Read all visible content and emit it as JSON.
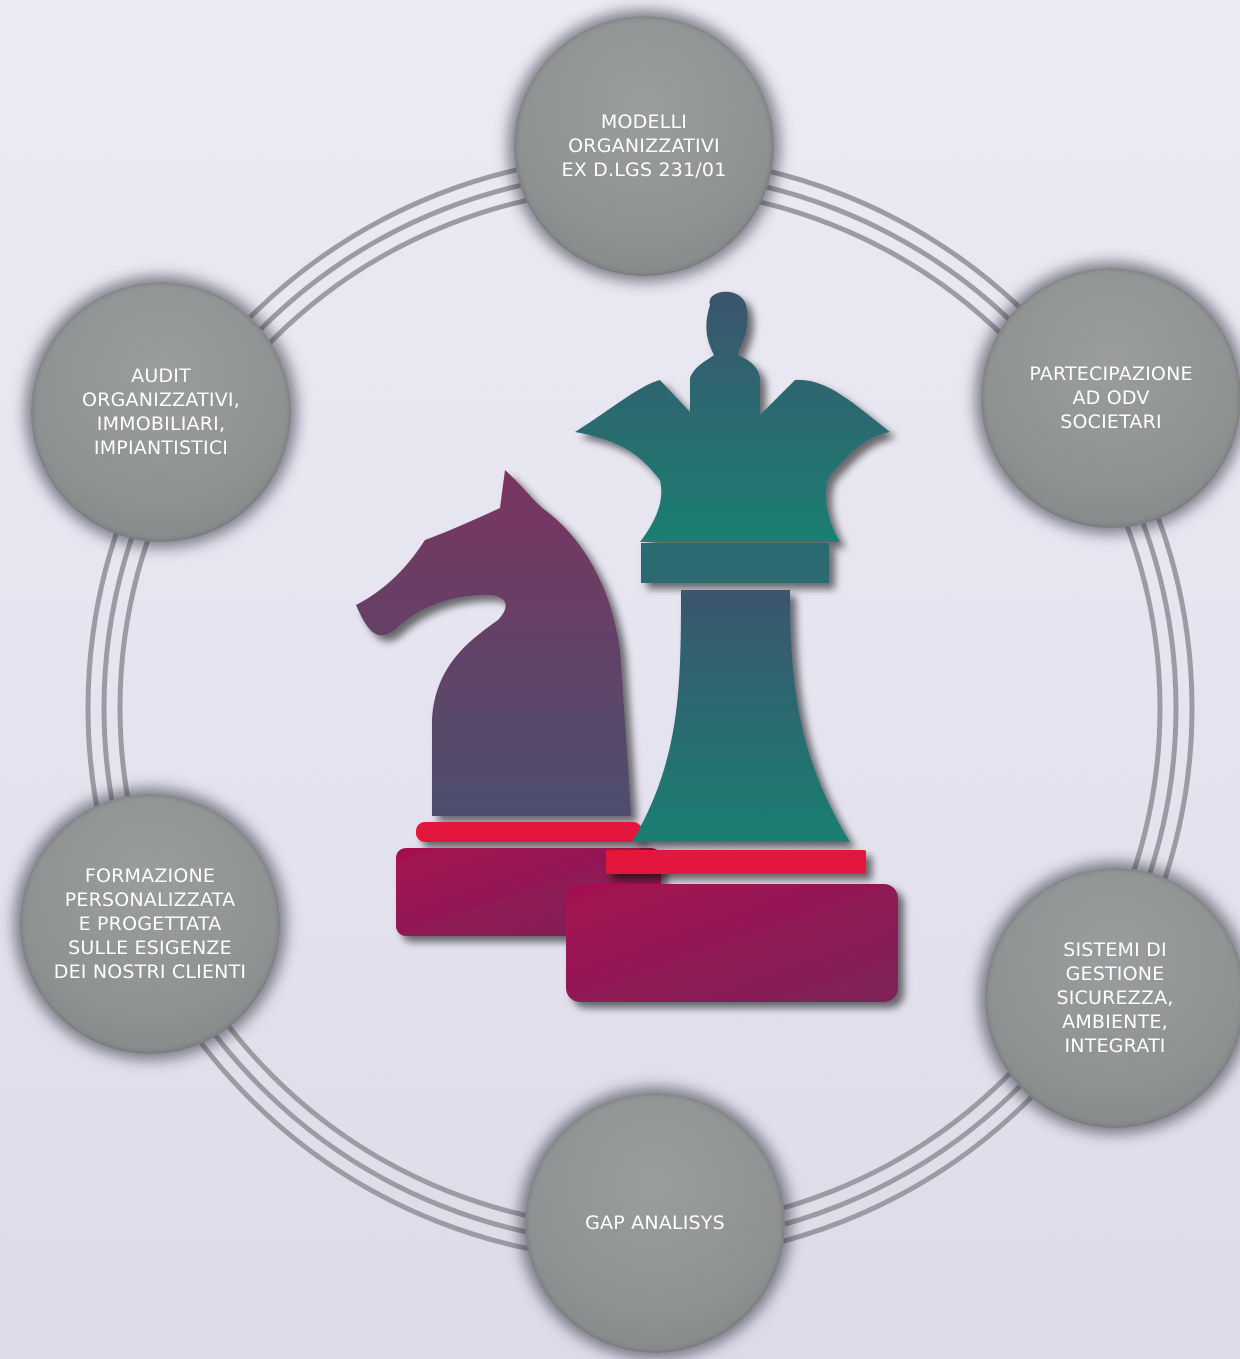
{
  "nodes": [
    {
      "id": "modelli",
      "label": "MODELLI\nORGANIZZATIVI\nEX D.LGS 231/01"
    },
    {
      "id": "partecipazione",
      "label": "PARTECIPAZIONE\nAD ODV\nSOCIETARI"
    },
    {
      "id": "sistemi",
      "label": "SISTEMI DI\nGESTIONE\nSICUREZZA,\nAMBIENTE,\nINTEGRATI"
    },
    {
      "id": "gap",
      "label": "GAP ANALISYS"
    },
    {
      "id": "formazione",
      "label": "FORMAZIONE\nPERSONALIZZATA\nE PROGETTATA\nSULLE ESIGENZE\nDEI NOSTRI CLIENTI"
    },
    {
      "id": "audit",
      "label": "AUDIT\nORGANIZZATIVI,\nIMMOBILIARI,\nIMPIANTISTICI"
    }
  ],
  "center_icon": "chess-knight-and-queen-icon",
  "colors": {
    "node_fill": "#939697",
    "ring": "#9b9aa2",
    "knight": "#6a3868",
    "queen": "#2c6d70",
    "base": "#9c1854",
    "accent_red": "#e0153a"
  }
}
